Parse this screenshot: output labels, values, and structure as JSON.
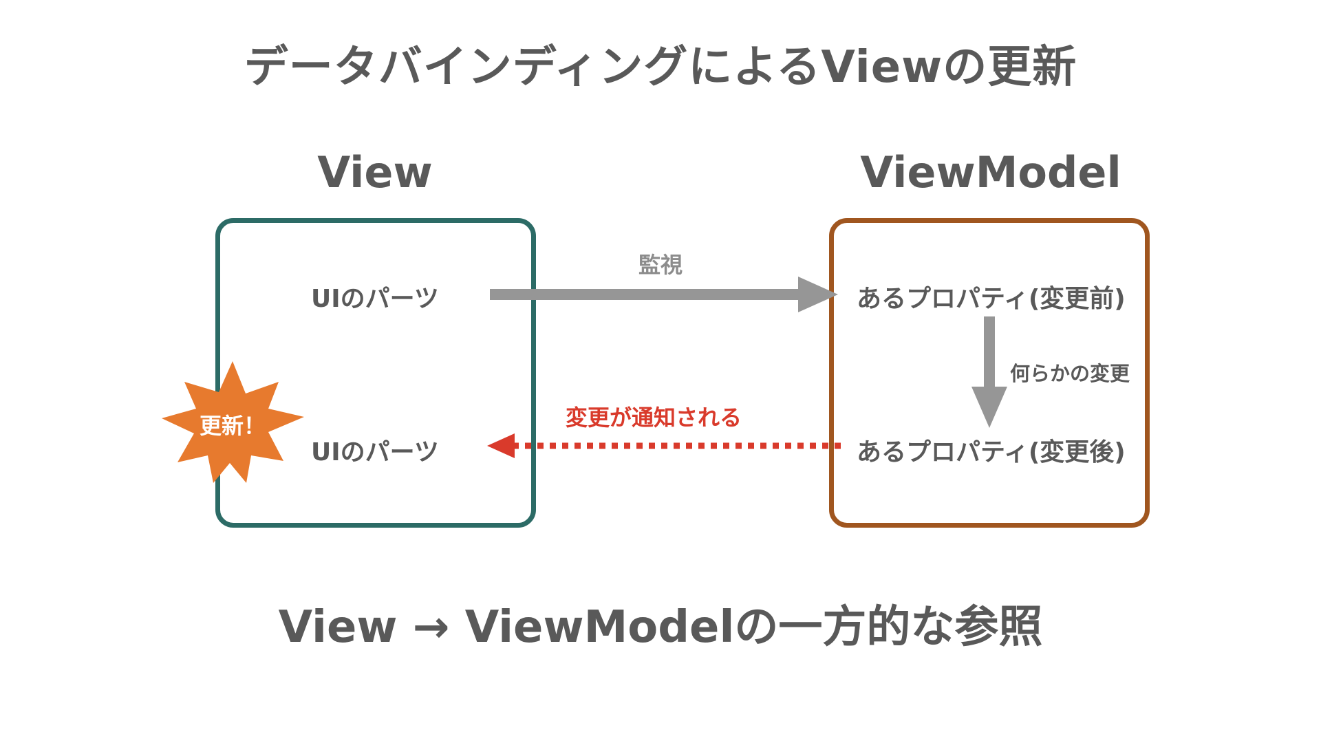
{
  "title": "データバインディングによるViewの更新",
  "view": {
    "heading": "View",
    "part_top": "UIのパーツ",
    "part_bottom": "UIのパーツ",
    "border_color": "#2c6b66"
  },
  "viewmodel": {
    "heading": "ViewModel",
    "prop_before": "あるプロパティ(変更前)",
    "prop_after": "あるプロパティ(変更後)",
    "border_color": "#a0561f"
  },
  "arrows": {
    "observe_label": "監視",
    "change_label": "何らかの変更",
    "notify_label": "変更が通知される"
  },
  "burst": {
    "label": "更新！",
    "color": "#e77a2e"
  },
  "subtitle": "View → ViewModelの一方的な参照",
  "colors": {
    "text": "#595959",
    "arrow_grey": "#969696",
    "notify_red": "#d93a2b"
  }
}
